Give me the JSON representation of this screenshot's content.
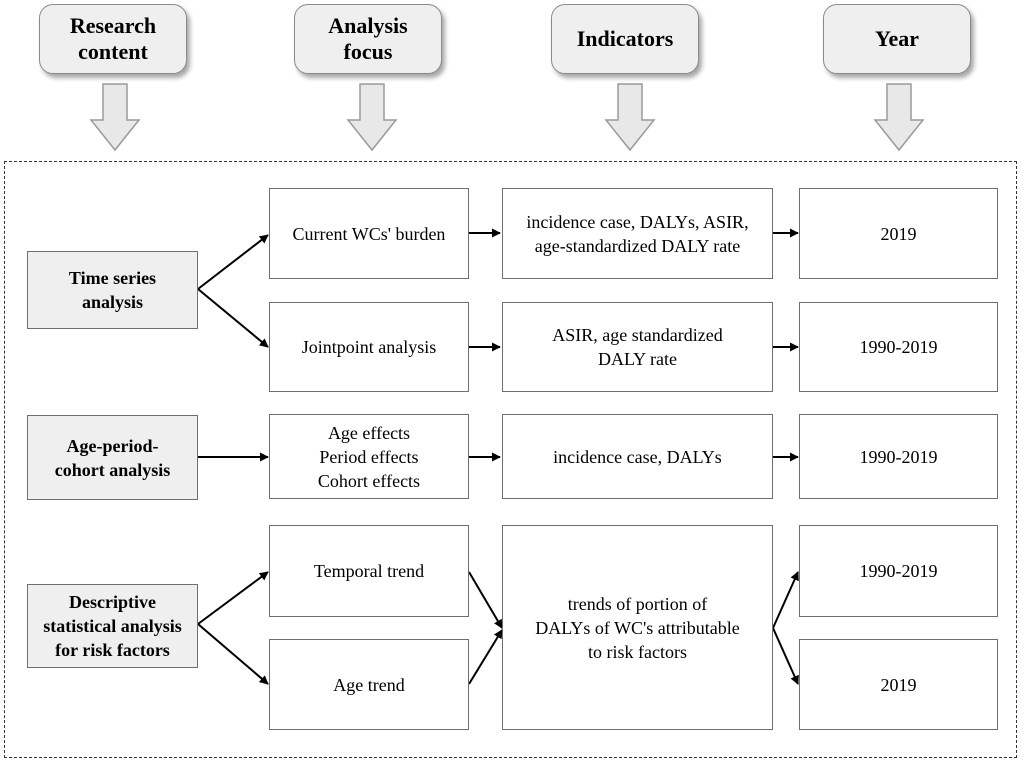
{
  "headers": {
    "research_content": "Research\ncontent",
    "analysis_focus": "Analysis\nfocus",
    "indicators": "Indicators",
    "year": "Year"
  },
  "methods": {
    "time_series": "Time series\nanalysis",
    "age_period_cohort": "Age-period-\ncohort analysis",
    "descriptive": "Descriptive\nstatistical analysis\nfor risk factors"
  },
  "focus": {
    "current_burden": "Current WCs' burden",
    "jointpoint": "Jointpoint analysis",
    "apc_lines": [
      "Age effects",
      "Period effects",
      "Cohort effects"
    ],
    "temporal_trend": "Temporal trend",
    "age_trend": "Age trend"
  },
  "indicators": {
    "row1": "incidence case, DALYs, ASIR,\nage-standardized DALY rate",
    "row2": "ASIR,  age standardized\nDALY rate",
    "row3": "incidence case, DALYs",
    "row4": "trends of portion of\nDALYs of WC's attributable\nto risk factors"
  },
  "years": {
    "row1": "2019",
    "row2": "1990-2019",
    "row3": "1990-2019",
    "row4a": "1990-2019",
    "row4b": "2019"
  },
  "colors": {
    "header_fill": "#efefef",
    "method_fill": "#efefef",
    "border": "#6f6f6f",
    "arrow_fill": "#e8e8e8",
    "arrow_stroke": "#9a9a9a"
  }
}
